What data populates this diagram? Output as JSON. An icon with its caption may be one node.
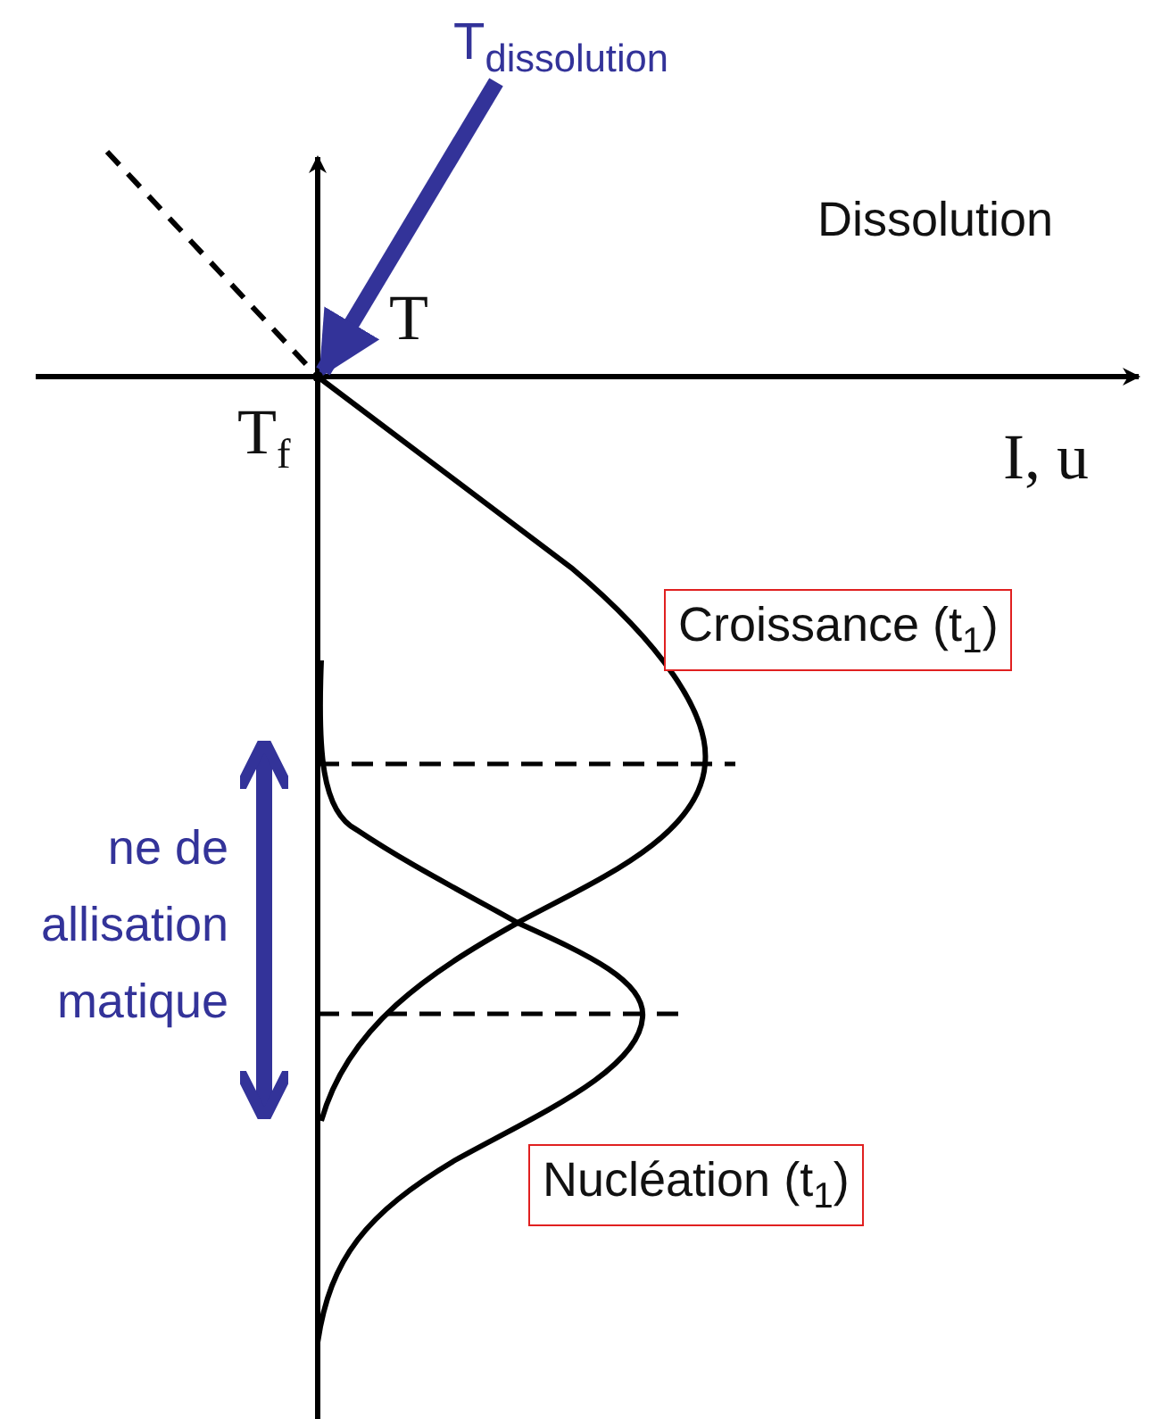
{
  "diagram": {
    "nodes": [
      {
        "text": [
          "T$_{dissolution}$"
        ]
      },
      {
        "text": [
          "Croissance (t$_{1}$)"
        ]
      },
      {
        "text": [
          "Nucléation (t$_{1}$)"
        ]
      },
      {
        "text": [],
        "shape": "dot"
      }
    ],
    "edges": [
      {
        "from": 0,
        "to": 3,
        "arrow": "to",
        "color": "#333399"
      }
    ],
    "labels": [
      "Dissolution",
      "T",
      "T$_{f}$",
      "I, u",
      "ne de allisation matique"
    ]
  }
}
